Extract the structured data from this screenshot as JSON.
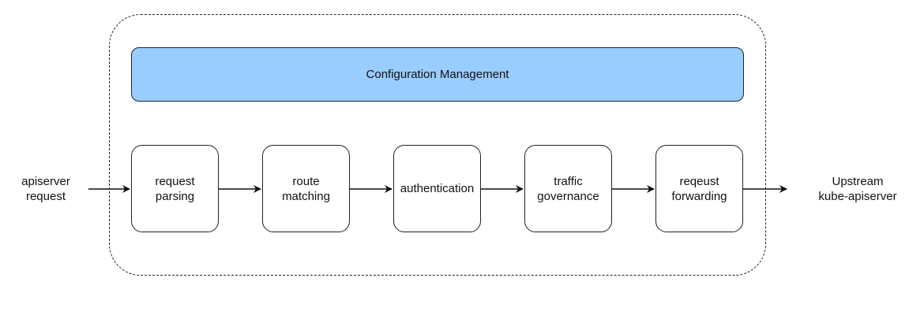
{
  "config_management": {
    "label": "Configuration Management"
  },
  "input": {
    "label": "apiserver\nrequest"
  },
  "output": {
    "label": "Upstream\nkube-apiserver"
  },
  "steps": [
    {
      "label": "request\nparsing"
    },
    {
      "label": "route\nmatching"
    },
    {
      "label": "authentication"
    },
    {
      "label": "traffic\ngovernance"
    },
    {
      "label": "reqeust\nforwarding"
    }
  ]
}
